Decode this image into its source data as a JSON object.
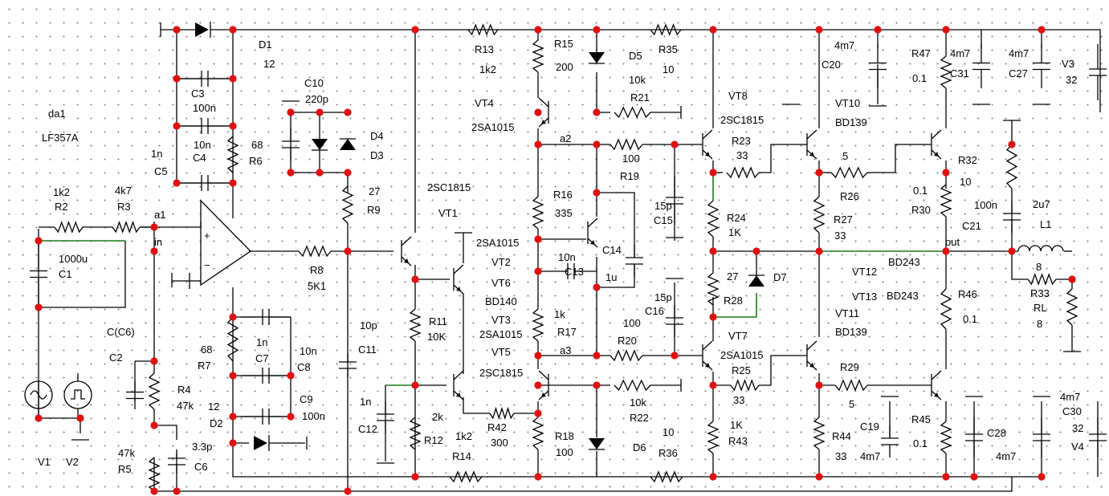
{
  "labels": {
    "d1": "D1",
    "d1_val": "12",
    "da1": "da1",
    "op": "LF357A",
    "c10": "C10",
    "c10_val": "220p",
    "d4": "D4",
    "d3": "D3",
    "c3": "C3",
    "c3_val": "100n",
    "c4_val": "10n",
    "c4": "C4",
    "r6_val": "68",
    "r6": "R6",
    "c5_val": "1n",
    "c5": "C5",
    "r2_val": "1k2",
    "r2": "R2",
    "r3_val": "4k7",
    "r3": "R3",
    "a1": "a1",
    "in": "in",
    "c1_val": "1000u",
    "c1": "C1",
    "r9_val": "27",
    "r9": "R9",
    "r8": "R8",
    "r8_val": "5K1",
    "r13": "R13",
    "r13_val": "1k2",
    "r15": "R15",
    "r15_val": "200",
    "d5": "D5",
    "d5_val": "10k",
    "r35": "R35",
    "r35_val": "10",
    "vt4": "VT4",
    "vt4_type": "2SA1015",
    "r21": "R21",
    "a2": "a2",
    "r19_val": "100",
    "r19": "R19",
    "vt8": "VT8",
    "vt8_type": "2SC1815",
    "r23": "R23",
    "r23_val": "33",
    "c20_val": "4m7",
    "c20": "C20",
    "r47": "R47",
    "r47_val": "0.1",
    "c31_val": "4m7",
    "c31": "C31",
    "c27_val": "4m7",
    "c27": "C27",
    "v3": "V3",
    "v3_val": "32",
    "vt10": "VT10",
    "vt10_type": "BD139",
    "r26_val": "5",
    "r26": "R26",
    "r32": "R32",
    "r32_val": "10",
    "c21_val": "100n",
    "c21": "C21",
    "r30_val": "0.1",
    "r30": "R30",
    "l1_val": "2u7",
    "l1": "L1",
    "vt1_type": "2SC1815",
    "vt1": "VT1",
    "r16": "R16",
    "r16_val": "335",
    "c15_val": "15p",
    "c15": "C15",
    "r24": "R24",
    "r24_val": "1K",
    "r27": "R27",
    "r27_val": "33",
    "out": "out",
    "vt2_type": "2SA1015",
    "vt2": "VT2",
    "c13_val": "10n",
    "c13": "C13",
    "c14": "C14",
    "c14_val": "1u",
    "vt6": "VT6",
    "vt6_type": "BD140",
    "r28_val": "27",
    "r28": "R28",
    "d7": "D7",
    "vt12": "VT12",
    "vt12_type": "BD243",
    "vt13": "VT13",
    "vt13_type": "BD243",
    "rl_val": "8",
    "r33": "R33",
    "rl": "RL",
    "rl_val2": "8",
    "c11_val": "10p",
    "c11": "C11",
    "r11": "R11",
    "r11_val": "10K",
    "vt3": "VT3",
    "vt3_type": "2SA1015",
    "r17_val": "1k",
    "r17": "R17",
    "c16_val": "15p",
    "c16": "C16",
    "r20_val": "100",
    "r20": "R20",
    "vt7": "VT7",
    "vt7_type": "2SA1015",
    "vt11": "VT11",
    "vt11_type": "BD139",
    "r46": "R46",
    "r46_val": "0.1",
    "vt5": "VT5",
    "vt5_type": "2SC1815",
    "a3": "a3",
    "c6_expr": "C(C6)",
    "c2": "C2",
    "r7_val": "68",
    "r7": "R7",
    "c7_val": "1n",
    "c7": "C7",
    "c8_val": "10n",
    "c8": "C8",
    "r4": "R4",
    "r4_val": "47k",
    "c9": "C9",
    "c9_val": "100n",
    "d2_val": "12",
    "d2": "D2",
    "c12_val": "1n",
    "c12": "C12",
    "r12_val": "2k",
    "r12": "R12",
    "r42_val": "1k2",
    "r42": "R42",
    "r42_val2": "300",
    "r18": "R18",
    "r18_val": "100",
    "r22_val": "10k",
    "r22": "R22",
    "r25": "R25",
    "r25_val": "33",
    "r29": "R29",
    "r29_val": "5",
    "r45": "R45",
    "r45_val": "0.1",
    "c28": "C28",
    "c30_val": "4m7",
    "c30": "C30",
    "v4_val": "32",
    "v4": "V4",
    "r5_val": "47k",
    "r5": "R5",
    "c6_val": "3.3p",
    "c6": "C6",
    "r14": "R14",
    "d6": "D6",
    "r36_val": "10",
    "r36": "R36",
    "r43_val": "1K",
    "r43": "R43",
    "r44": "R44",
    "r44_val": "33",
    "c19": "C19",
    "c19_val": "4m7",
    "c28_val": "4m7",
    "v1": "V1",
    "v2": "V2"
  }
}
